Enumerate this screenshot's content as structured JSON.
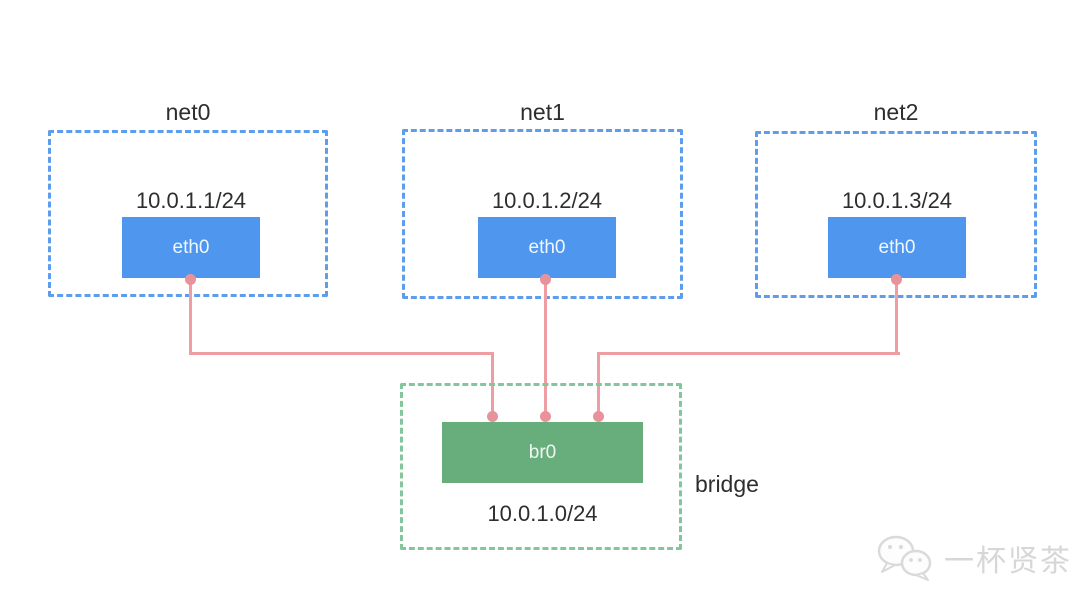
{
  "diagram": {
    "namespaces": [
      {
        "name": "net0",
        "ip": "10.0.1.1/24",
        "interface": "eth0"
      },
      {
        "name": "net1",
        "ip": "10.0.1.2/24",
        "interface": "eth0"
      },
      {
        "name": "net2",
        "ip": "10.0.1.3/24",
        "interface": "eth0"
      }
    ],
    "bridge": {
      "device": "br0",
      "subnet": "10.0.1.0/24",
      "label": "bridge"
    },
    "links": [
      {
        "from": "net0.eth0",
        "to": "br0"
      },
      {
        "from": "net1.eth0",
        "to": "br0"
      },
      {
        "from": "net2.eth0",
        "to": "br0"
      }
    ]
  },
  "watermark": {
    "icon": "wechat-icon",
    "text": "一杯贤茶"
  },
  "colors": {
    "interface_fill": "#4e96ee",
    "namespace_border": "#5e9deb",
    "bridge_fill": "#68ae7d",
    "bridge_border": "#84c69c",
    "link_line": "#ee9da2",
    "link_dot": "#e8939b",
    "text": "#2e2e2e",
    "watermark_text": "#d7d7d7",
    "background": "#ffffff"
  }
}
